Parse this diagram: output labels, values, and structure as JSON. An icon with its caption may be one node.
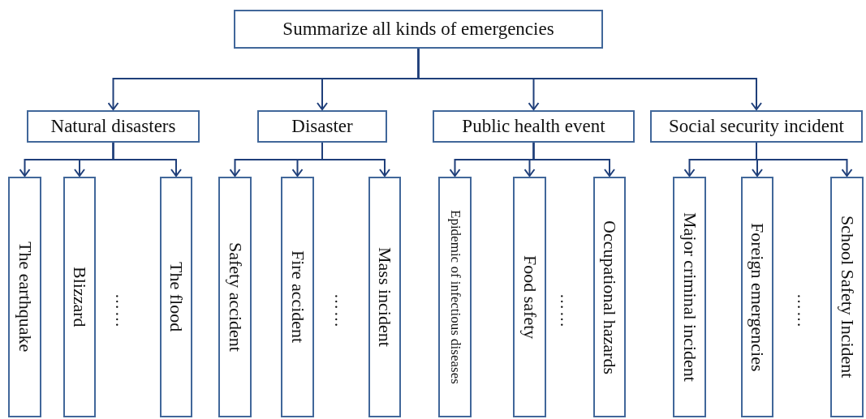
{
  "diagram": {
    "nodes": [
      {
        "text": [
          "Summarize all kinds of emergencies"
        ]
      },
      {
        "text": [
          "Natural disasters"
        ]
      },
      {
        "text": [
          "Disaster"
        ]
      },
      {
        "text": [
          "Public health event"
        ]
      },
      {
        "text": [
          "Social security incident"
        ]
      },
      {
        "text": [
          "The earthquake"
        ]
      },
      {
        "text": [
          "Blizzard"
        ]
      },
      {
        "text": [
          "The flood"
        ]
      },
      {
        "text": [
          "Safety accident"
        ]
      },
      {
        "text": [
          "Fire accident"
        ]
      },
      {
        "text": [
          "Mass incident"
        ]
      },
      {
        "text": [
          "Epidemic of infectious diseases"
        ]
      },
      {
        "text": [
          "Food safety"
        ]
      },
      {
        "text": [
          "Occupational hazards"
        ]
      },
      {
        "text": [
          "Major criminal incident"
        ]
      },
      {
        "text": [
          "Foreign emergencies"
        ]
      },
      {
        "text": [
          "School Safety Incident"
        ]
      }
    ],
    "edges": [
      {
        "from": 0,
        "to": 1,
        "arrow": "to"
      },
      {
        "from": 0,
        "to": 2,
        "arrow": "to"
      },
      {
        "from": 0,
        "to": 3,
        "arrow": "to"
      },
      {
        "from": 0,
        "to": 4,
        "arrow": "to"
      },
      {
        "from": 1,
        "to": 5,
        "arrow": "to"
      },
      {
        "from": 1,
        "to": 6,
        "arrow": "to"
      },
      {
        "from": 1,
        "to": 7,
        "arrow": "to"
      },
      {
        "from": 2,
        "to": 8,
        "arrow": "to"
      },
      {
        "from": 2,
        "to": 9,
        "arrow": "to"
      },
      {
        "from": 2,
        "to": 10,
        "arrow": "to"
      },
      {
        "from": 3,
        "to": 11,
        "arrow": "to"
      },
      {
        "from": 3,
        "to": 12,
        "arrow": "to"
      },
      {
        "from": 3,
        "to": 13,
        "arrow": "to"
      },
      {
        "from": 4,
        "to": 14,
        "arrow": "to"
      },
      {
        "from": 4,
        "to": 15,
        "arrow": "to"
      },
      {
        "from": 4,
        "to": 16,
        "arrow": "to"
      }
    ],
    "labels": [
      "……",
      "……",
      "……",
      "……"
    ]
  }
}
